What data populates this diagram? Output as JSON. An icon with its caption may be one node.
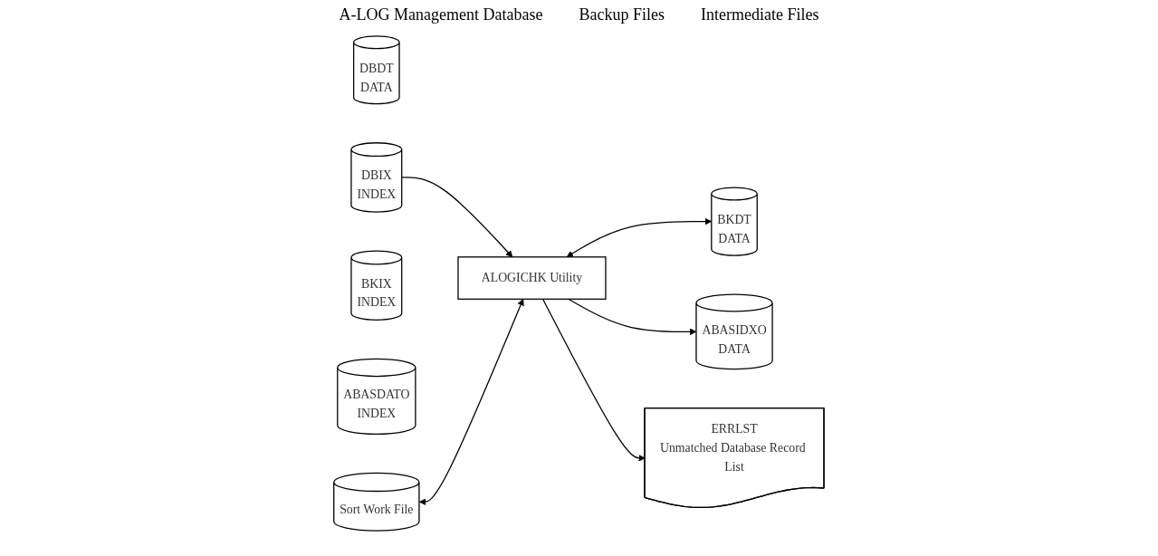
{
  "diagram": {
    "nodes": [
      {
        "text": [
          "DBDT",
          "DATA"
        ]
      },
      {
        "text": [
          "DBIX",
          "INDEX"
        ]
      },
      {
        "text": [
          "ALOGICHK Utility"
        ]
      },
      {
        "text": [
          "BKDT",
          "DATA"
        ]
      },
      {
        "text": [
          "BKIX",
          "INDEX"
        ]
      },
      {
        "text": [
          "ABASIDXO",
          "DATA"
        ]
      },
      {
        "text": [
          "ABASDATO",
          "INDEX"
        ]
      },
      {
        "text": [
          "Sort Work File"
        ]
      },
      {
        "text": [
          "ERRLST",
          "Unmatched Database Record List"
        ]
      }
    ],
    "edges": [
      {
        "from": 1,
        "to": 2,
        "arrow": "to"
      },
      {
        "from": 2,
        "to": 3,
        "arrow": "both"
      },
      {
        "from": 2,
        "to": 5,
        "arrow": "to"
      },
      {
        "from": 7,
        "to": 2,
        "arrow": "both"
      },
      {
        "from": 2,
        "to": 8,
        "arrow": "to"
      }
    ],
    "labels": [
      "A-LOG Management Database",
      "Backup Files",
      "Intermediate Files"
    ]
  }
}
